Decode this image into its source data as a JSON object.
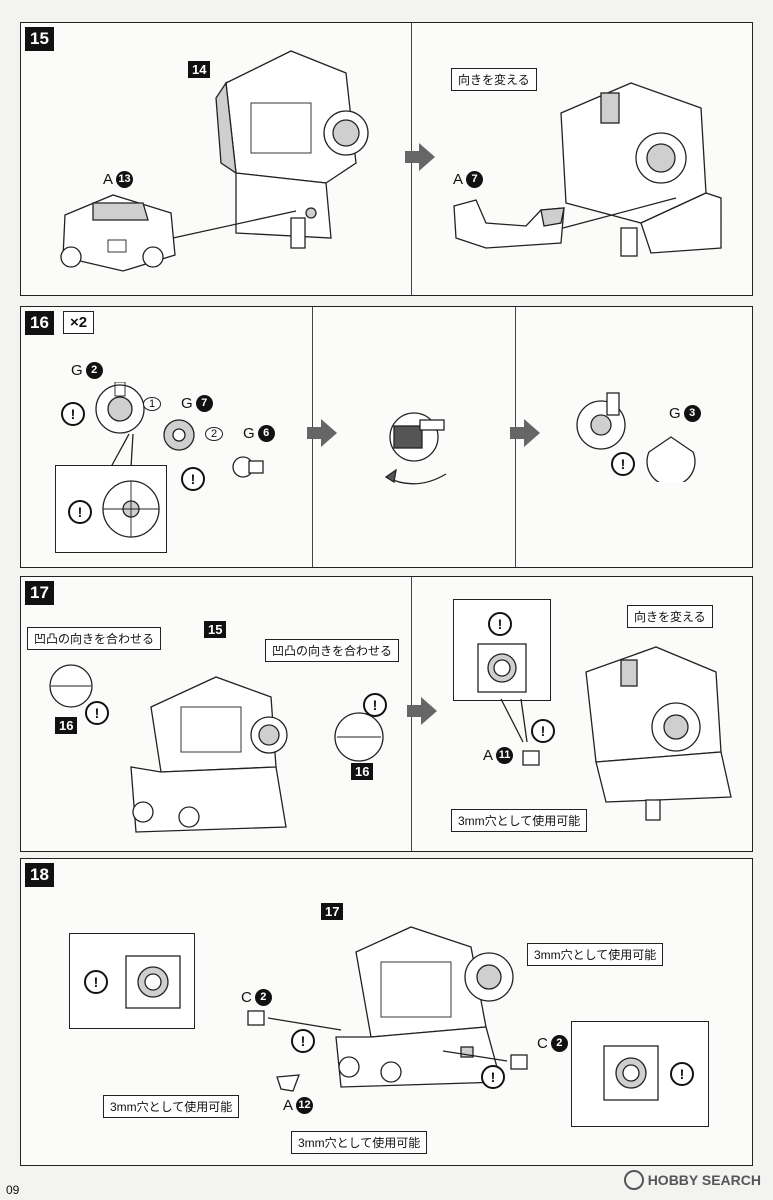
{
  "steps": {
    "s15": {
      "badge": "15",
      "ref_body": "14",
      "part_left": {
        "letter": "A",
        "num": "13"
      },
      "part_right": {
        "letter": "A",
        "num": "7"
      },
      "rotate_label": "向きを変える"
    },
    "s16": {
      "badge": "16",
      "multiplier": "×2",
      "parts": [
        {
          "letter": "G",
          "num": "2"
        },
        {
          "letter": "G",
          "num": "7"
        },
        {
          "letter": "G",
          "num": "6"
        },
        {
          "letter": "G",
          "num": "3"
        }
      ],
      "order_1": "1",
      "order_2": "2"
    },
    "s17": {
      "badge": "17",
      "ref_body": "15",
      "ref_left": "16",
      "ref_right": "16",
      "align_label_left": "凹凸の向きを合わせる",
      "align_label_right": "凹凸の向きを合わせる",
      "rotate_label": "向きを変える",
      "part": {
        "letter": "A",
        "num": "11"
      },
      "hole_label": "3mm穴として使用可能"
    },
    "s18": {
      "badge": "18",
      "ref_body": "17",
      "part_c_left": {
        "letter": "C",
        "num": "2"
      },
      "part_c_right": {
        "letter": "C",
        "num": "2"
      },
      "part_a": {
        "letter": "A",
        "num": "12"
      },
      "hole_label_top": "3mm穴として使用可能",
      "hole_label_left": "3mm穴として使用可能",
      "hole_label_bottom": "3mm穴として使用可能"
    }
  },
  "warning_symbol": "!",
  "page_number": "09",
  "watermark": "HOBBY SEARCH"
}
